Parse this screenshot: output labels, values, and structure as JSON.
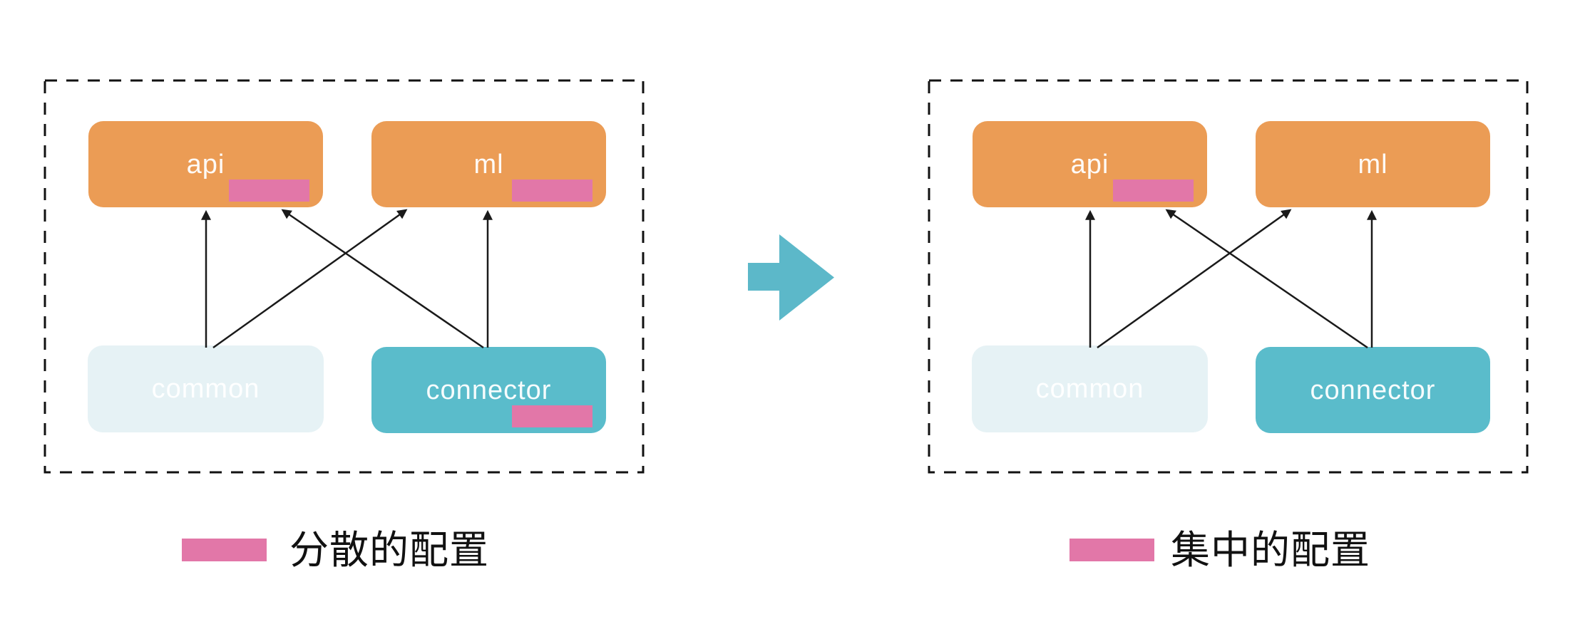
{
  "diagram": {
    "description_semantics": "module dependency diagram, before and after centralizing configuration",
    "colors": {
      "module_orange": "#EB9C55",
      "module_teal": "#5ABCCB",
      "module_light_blue": "#E6F2F5",
      "config_pink": "#E277A8",
      "transform_arrow_teal": "#5CB8C9",
      "edge_line": "#1a1a1a",
      "legend_text": "#111111"
    },
    "panels": [
      {
        "side": "left",
        "nodes": [
          {
            "id": "api",
            "label": "api",
            "has_config_badge": true
          },
          {
            "id": "ml",
            "label": "ml",
            "has_config_badge": true
          },
          {
            "id": "common",
            "label": "common",
            "has_config_badge": false
          },
          {
            "id": "connector",
            "label": "connector",
            "has_config_badge": true
          }
        ],
        "edges": [
          "common->api",
          "common->ml",
          "connector->api",
          "connector->ml"
        ],
        "legend_label": "分散的配置"
      },
      {
        "side": "right",
        "nodes": [
          {
            "id": "api",
            "label": "api",
            "has_config_badge": true
          },
          {
            "id": "ml",
            "label": "ml",
            "has_config_badge": false
          },
          {
            "id": "common",
            "label": "common",
            "has_config_badge": false
          },
          {
            "id": "connector",
            "label": "connector",
            "has_config_badge": false
          }
        ],
        "edges": [
          "common->api",
          "common->ml",
          "connector->api",
          "connector->ml"
        ],
        "legend_label": "集中的配置"
      }
    ]
  }
}
